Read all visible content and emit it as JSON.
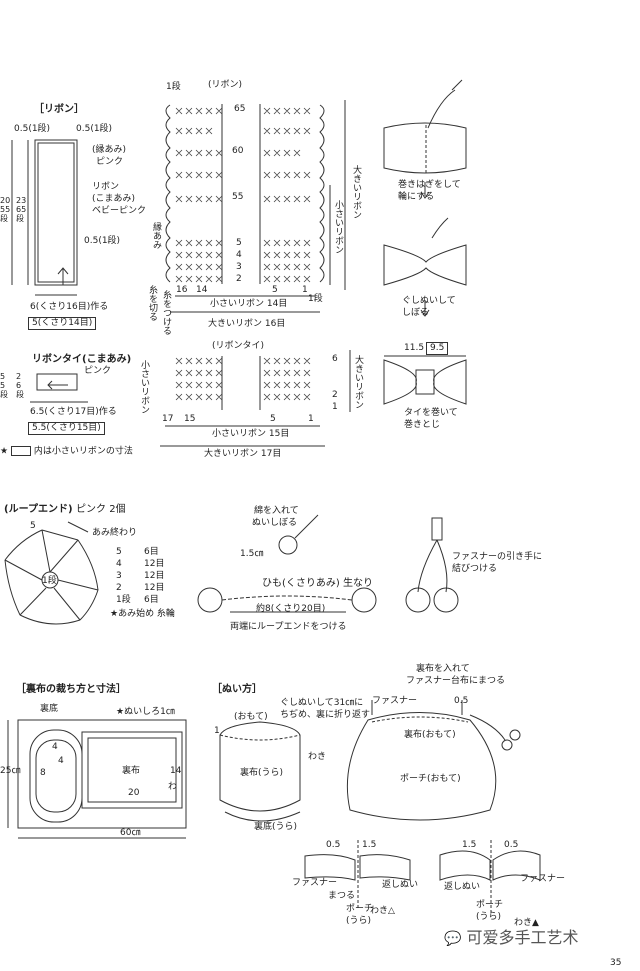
{
  "ribbon_section": {
    "title": "［リボン］",
    "label_05_left": "0.5(1段)",
    "label_05_right": "0.5(1段)",
    "edging_label": "(縁あみ)",
    "edging_color": "ピンク",
    "ribbon_label": "リボン",
    "ribbon_sub": "(こまあみ)",
    "ribbon_color": "ベビーピンク",
    "left_nums": [
      "20",
      "55",
      "段"
    ],
    "left_nums2": [
      "23",
      "65",
      "段"
    ],
    "bottom_05": "0.5(1段)",
    "width_label": "6(くさり16目)作る",
    "width_boxed": "5(くさり14目)"
  },
  "ribbon_chart": {
    "title": "(リボン)",
    "first_row": "1段",
    "row_labels": [
      "65",
      "60",
      "55",
      "5",
      "4",
      "3",
      "2"
    ],
    "edge_label": "縁あみ",
    "cut_label": "糸を切る",
    "attach_label": "糸をつける",
    "bottom_counts": [
      "16",
      "14",
      "5",
      "1"
    ],
    "small_count": "小さいリボン 14目",
    "large_count": "大きいリボン 16目",
    "side_small": "小さいリボン",
    "side_large": "大きいリボン",
    "right_row": "1段"
  },
  "tie_section": {
    "title": "リボンタイ(こまあみ)",
    "color": "ピンク",
    "left_nums": [
      "5",
      "5",
      "段"
    ],
    "side_label": [
      "2",
      "6",
      "段"
    ],
    "width_label": "6.5(くさり17目)作る",
    "width_boxed": "5.5(くさり15目)",
    "note": "内は小さいリボンの寸法"
  },
  "tie_chart": {
    "title": "(リボンタイ)",
    "rows": [
      "6",
      "2",
      "1"
    ],
    "bottom_counts": [
      "17",
      "15",
      "5",
      "1"
    ],
    "small_count": "小さいリボン 15目",
    "large_count": "大きいリボン 17目",
    "side_small": "小さいリボン",
    "side_large": "大きいリボン"
  },
  "assembly_steps": {
    "step1": [
      "巻きはぎをして",
      "輪にする"
    ],
    "step2": [
      "ぐしぬいして",
      "しぼる"
    ],
    "dim_1": "11.5",
    "dim_2": "9.5",
    "step3": [
      "タイを巻いて",
      "巻きとじ"
    ]
  },
  "loop_end": {
    "title": "(ループエンド)",
    "color_count": "ピンク 2個",
    "finish_label": "あみ終わり",
    "table": [
      {
        "row": "5",
        "stitches": "6目"
      },
      {
        "row": "4",
        "stitches": "12目"
      },
      {
        "row": "3",
        "stitches": "12目"
      },
      {
        "row": "2",
        "stitches": "12目"
      },
      {
        "row": "1段",
        "stitches": "6目"
      }
    ],
    "start_label": "★あみ始め 糸輪",
    "star_row": "5",
    "center_label": "1段"
  },
  "string_section": {
    "stuff_label": [
      "綿を入れて",
      "ぬいしぼる"
    ],
    "dim": "1.5㎝",
    "title": "ひも(くさりあみ)",
    "color": "生なり",
    "length": "約8(くさり20目)",
    "note": "両端にループエンドをつける",
    "zipper_label": [
      "ファスナーの引き手に",
      "結びつける"
    ]
  },
  "lining_section": {
    "title": "［裏布の裁ち方と寸法］",
    "bottom_label": "裏底",
    "seam_note": "★ぬいしろ1㎝",
    "height": "25㎝",
    "d4a": "4",
    "d4b": "4",
    "d8": "8",
    "lining_label": "裏布",
    "d14": "14",
    "d20": "20",
    "wa": "わ",
    "width": "60㎝"
  },
  "sewing_section": {
    "title": "［ぬい方］",
    "note1": [
      "ぐしぬいして31㎝に",
      "ちぢめ、裏に折り返す"
    ],
    "omote": "(おもて)",
    "one": "1",
    "waki": "わき",
    "lining_ura": "裏布(うら)",
    "bottom_ura": "裏底(うら)",
    "note2": [
      "裏布を入れて",
      "ファスナー台布にまつる"
    ],
    "zipper": "ファスナー",
    "d05": "0.5",
    "lining_omote": "裏布(おもて)",
    "pouch_omote": "ポーチ(おもて)"
  },
  "detail_section": {
    "d05": "0.5",
    "d15a": "1.5",
    "d15b": "1.5",
    "d05b": "0.5",
    "zipper_l": "ファスナー",
    "matsuru": "まつる",
    "return_l": "返しぬい",
    "return_r": "返しぬい",
    "zipper_r": "ファスナー",
    "pouch_l": [
      "ポーチ",
      "(うら)"
    ],
    "pouch_r": [
      "ポーチ",
      "(うら)"
    ],
    "waki_l": "わき△",
    "waki_r": "わき▲"
  },
  "footer": {
    "watermark": "可爱多手工艺术",
    "page_number": "35"
  }
}
